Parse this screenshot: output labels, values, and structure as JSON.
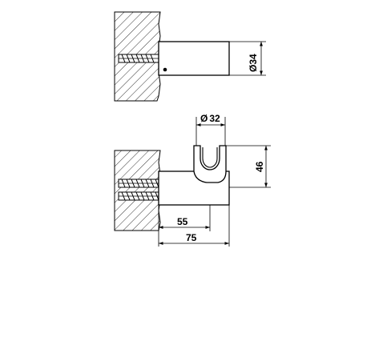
{
  "drawing": {
    "top_view": {
      "diameter_label": "34",
      "diameter_symbol": "Ø"
    },
    "side_view": {
      "diameter_label": "32",
      "diameter_symbol": "Ø",
      "height_label": "46",
      "projection_label": "55",
      "overall_label": "75"
    }
  },
  "colors": {
    "line": "#000000",
    "hatch": "#000000",
    "background": "#ffffff"
  }
}
